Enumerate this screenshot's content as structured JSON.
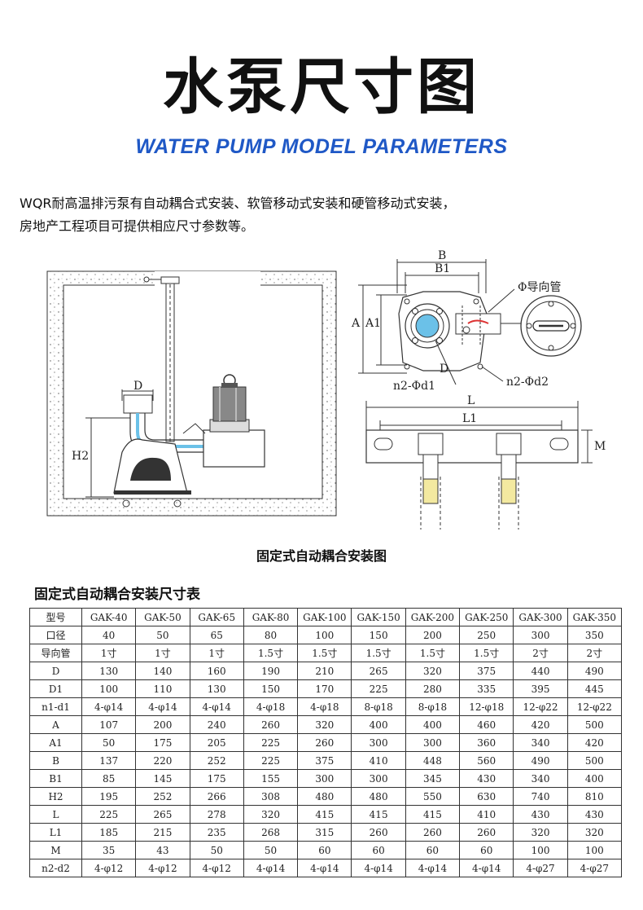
{
  "header": {
    "title_cn": "水泵尺寸图",
    "title_en": "WATER PUMP MODEL PARAMETERS"
  },
  "intro": {
    "line1": "WQR耐高温排污泵有自动耦合式安装、软管移动式安装和硬管移动式安装，",
    "line2": "房地产工程项目可提供相应尺寸参数等。"
  },
  "drawing": {
    "left_labels": {
      "d": "D",
      "h2": "H2"
    },
    "top_labels": {
      "b": "B",
      "b1": "B1",
      "a": "A",
      "a1": "A1",
      "guide": "Φ导向管",
      "d": "D",
      "n2": "n2-Φd1",
      "n2b": "n2-Φd2"
    },
    "bottom_labels": {
      "l": "L",
      "l1": "L1",
      "m": "M"
    }
  },
  "caption": "固定式自动耦合安装图",
  "table": {
    "title": "固定式自动耦合安装尺寸表",
    "header": [
      "型号",
      "GAK-40",
      "GAK-50",
      "GAK-65",
      "GAK-80",
      "GAK-100",
      "GAK-150",
      "GAK-200",
      "GAK-250",
      "GAK-300",
      "GAK-350"
    ],
    "rows": [
      [
        "口径",
        "40",
        "50",
        "65",
        "80",
        "100",
        "150",
        "200",
        "250",
        "300",
        "350"
      ],
      [
        "导向管",
        "1寸",
        "1寸",
        "1寸",
        "1.5寸",
        "1.5寸",
        "1.5寸",
        "1.5寸",
        "1.5寸",
        "2寸",
        "2寸"
      ],
      [
        "D",
        "130",
        "140",
        "160",
        "190",
        "210",
        "265",
        "320",
        "375",
        "440",
        "490"
      ],
      [
        "D1",
        "100",
        "110",
        "130",
        "150",
        "170",
        "225",
        "280",
        "335",
        "395",
        "445"
      ],
      [
        "n1-d1",
        "4-φ14",
        "4-φ14",
        "4-φ14",
        "4-φ18",
        "4-φ18",
        "8-φ18",
        "8-φ18",
        "12-φ18",
        "12-φ22",
        "12-φ22"
      ],
      [
        "A",
        "107",
        "200",
        "240",
        "260",
        "320",
        "400",
        "400",
        "460",
        "420",
        "500"
      ],
      [
        "A1",
        "50",
        "175",
        "205",
        "225",
        "260",
        "300",
        "300",
        "360",
        "340",
        "420"
      ],
      [
        "B",
        "137",
        "220",
        "252",
        "225",
        "375",
        "410",
        "448",
        "560",
        "490",
        "500"
      ],
      [
        "B1",
        "85",
        "145",
        "175",
        "155",
        "300",
        "300",
        "345",
        "430",
        "340",
        "400"
      ],
      [
        "H2",
        "195",
        "252",
        "266",
        "308",
        "480",
        "480",
        "550",
        "630",
        "740",
        "810"
      ],
      [
        "L",
        "225",
        "265",
        "278",
        "320",
        "415",
        "415",
        "415",
        "410",
        "430",
        "430"
      ],
      [
        "L1",
        "185",
        "215",
        "235",
        "268",
        "315",
        "260",
        "260",
        "260",
        "320",
        "320"
      ],
      [
        "M",
        "35",
        "43",
        "50",
        "50",
        "60",
        "60",
        "60",
        "60",
        "100",
        "100"
      ],
      [
        "n2-d2",
        "4-φ12",
        "4-φ12",
        "4-φ12",
        "4-φ14",
        "4-φ14",
        "4-φ14",
        "4-φ14",
        "4-φ14",
        "4-φ27",
        "4-φ27"
      ]
    ]
  }
}
